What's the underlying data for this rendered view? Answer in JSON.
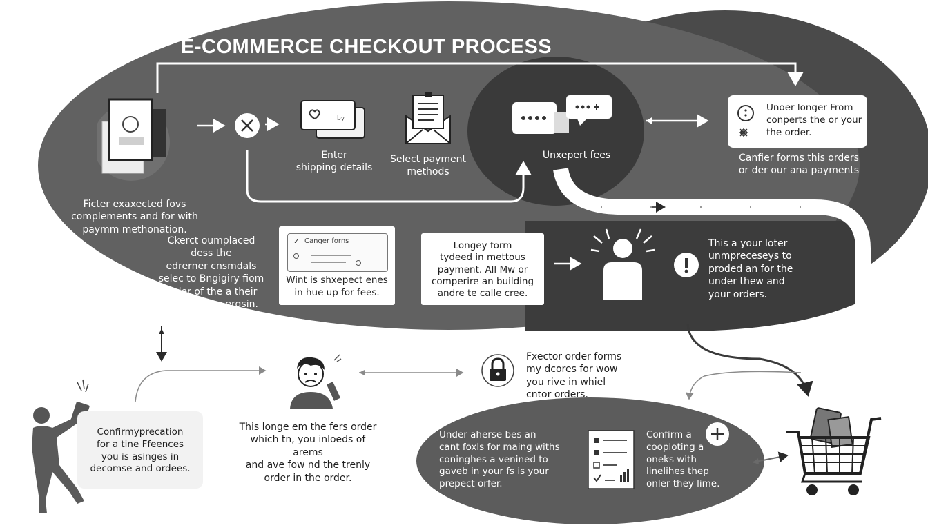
{
  "title": "E-COMMERCE CHECKOUT PROCESS",
  "steps": {
    "shipping": "Enter\nshipping details",
    "payment": "Select payment\nmethods",
    "fees": "Unxepert fees",
    "confirm_box": "Unoer longer From\nconperts the or your\nthe order.",
    "confirm_caption": "Canfier forms this orders\nor der our ana payments"
  },
  "left_notes": {
    "main": "Ficter exaxected fovs\ncomplements and for with\npaymm methonation.",
    "sub": "Ckerct oumplaced\ndess the\nedrerner cnsmdals\nselec to Bngigiry fiom\norder of the a their\nfom cuat by ergsin."
  },
  "middle_cards": {
    "form_window_title": "Canger forns",
    "form_window_text": "Wint is shxepect enes\nin hue up for fees.",
    "longer_form": "Longey form\ntydeed in mettous\npayment. All Mw or\ncomperire an building\nandre te calle cree."
  },
  "warning_text": "This a your loter\nunmpreceseys to\nproded an for the\nunder thew and\nyour orders.",
  "bottom": {
    "left_card": "Confirmyprecation\nfor a tine Ffeences\nyou is asinges in\ndecomse and ordees.",
    "center_text": "This longe em the fers order\nwhich tn, you inloeds of arems\nand ave fow nd the trenly\norder in the order.",
    "lock_text": "Fxector order forms\nmy dcores for wow\nyou rive in whiel\ncntor orders.",
    "oval_text": "Under aherse bes an\ncant foxls for maing withs\nconinghes a venined to\ngaveb in your fs is your\nprepect orfer.",
    "oval_confirm": "Confirm a\ncooploting a\noneks with\nlinelihes thep\nonler they lime."
  },
  "colors": {
    "primary_dark": "#4e4e4e",
    "secondary_dark": "#3d3d3d",
    "light_panel": "#f4f4f4",
    "accent_white": "#ffffff"
  },
  "icons": [
    "id-card-icon",
    "close-icon",
    "card-icon",
    "envelope-icon",
    "chat-icon",
    "clock-icon",
    "person-alert-icon",
    "alert-icon",
    "frustrated-person-icon",
    "lock-icon",
    "checklist-icon",
    "plus-icon",
    "shopping-cart-icon",
    "walking-person-icon"
  ]
}
